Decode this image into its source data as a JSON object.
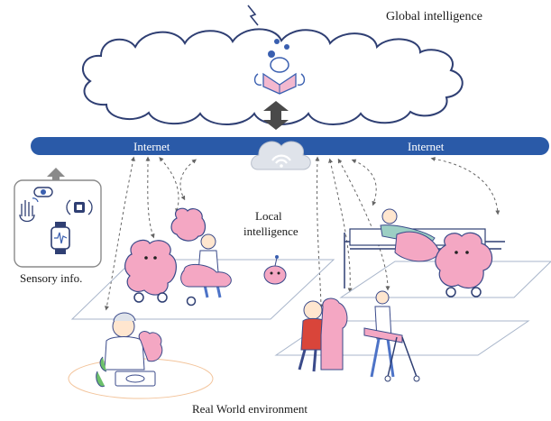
{
  "labels": {
    "global_intelligence": "Global intelligence",
    "internet_left": "Internet",
    "internet_right": "Internet",
    "local_intelligence_line1": "Local",
    "local_intelligence_line2": "intelligence",
    "sensory_info": "Sensory info.",
    "real_world": "Real World environment"
  },
  "icons": {
    "cloud": "cloud-icon",
    "wifi": "wifi-cloud-icon",
    "robot_reading": "robot-reading-book-icon",
    "camera": "camera-icon",
    "hand_gesture": "hand-gesture-icon",
    "sensor": "wireless-sensor-icon",
    "smartwatch": "smartwatch-icon"
  },
  "colors": {
    "internet_bar": "#2a5aa8",
    "cloud_outline": "#2f3f73",
    "arrow_gray": "#5a5a5a",
    "robot_pink": "#f4a7c3",
    "robot_outline": "#3a4a8a",
    "human_blue": "#4d73c7",
    "human_red": "#d9453a",
    "human_green": "#6cc06b",
    "floor_outline": "#9fb3d0",
    "orange_ring": "#f3c49b"
  }
}
